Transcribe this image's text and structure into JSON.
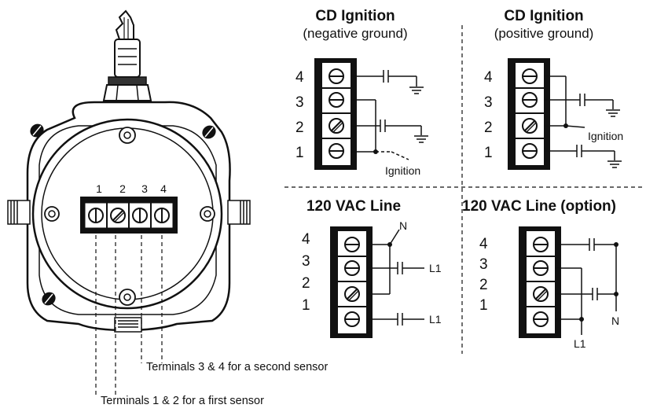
{
  "housing": {
    "terminal_numbers": [
      "1",
      "2",
      "3",
      "4"
    ],
    "note_second_sensor": "Terminals 3 & 4 for a second sensor",
    "note_first_sensor": "Terminals 1 & 2 for a first sensor"
  },
  "panels": {
    "cd_negative": {
      "title": "CD Ignition",
      "subtitle": "(negative ground)",
      "numbers": [
        "4",
        "3",
        "2",
        "1"
      ],
      "ignition_label": "Ignition"
    },
    "cd_positive": {
      "title": "CD Ignition",
      "subtitle": "(positive ground)",
      "numbers": [
        "4",
        "3",
        "2",
        "1"
      ],
      "ignition_label": "Ignition"
    },
    "vac_line": {
      "title": "120 VAC Line",
      "numbers": [
        "4",
        "3",
        "2",
        "1"
      ],
      "n_label": "N",
      "l1_label_upper": "L1",
      "l1_label_lower": "L1"
    },
    "vac_option": {
      "title": "120 VAC Line (option)",
      "numbers": [
        "4",
        "3",
        "2",
        "1"
      ],
      "n_label": "N",
      "l1_label": "L1"
    }
  }
}
